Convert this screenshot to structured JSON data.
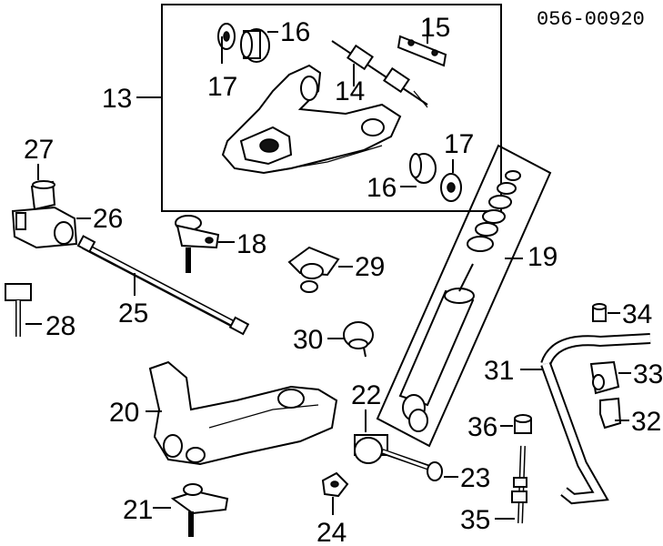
{
  "diagram_code": "056-00920",
  "labels": {
    "p13": "13",
    "p14": "14",
    "p15": "15",
    "p16a": "16",
    "p16b": "16",
    "p17a": "17",
    "p17b": "17",
    "p18": "18",
    "p19": "19",
    "p20": "20",
    "p21": "21",
    "p22": "22",
    "p23": "23",
    "p24": "24",
    "p25": "25",
    "p26": "26",
    "p27": "27",
    "p28": "28",
    "p29": "29",
    "p30": "30",
    "p31": "31",
    "p32": "32",
    "p33": "33",
    "p34": "34",
    "p35": "35",
    "p36": "36"
  }
}
